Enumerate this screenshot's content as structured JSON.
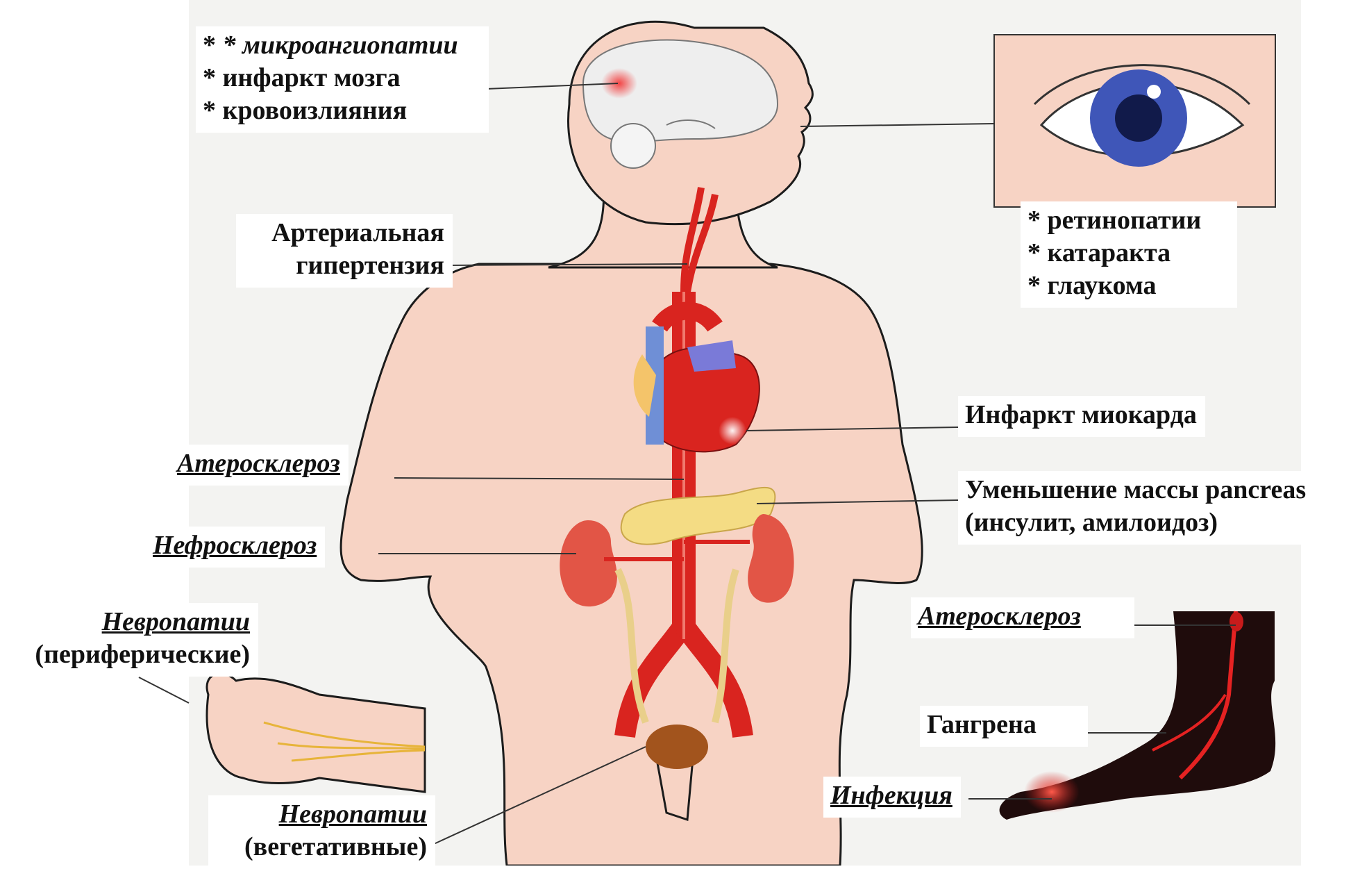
{
  "colors": {
    "skin": "#f7d3c4",
    "outline": "#1c1c1c",
    "artery": "#d9241f",
    "artery_light": "#f07a6e",
    "vein": "#7a7ad8",
    "kidney": "#e25546",
    "ureter": "#e9cf8a",
    "pancreas": "#f4dc84",
    "bladder": "#a2541d",
    "brain": "#eeeeee",
    "iris": "#3f56b8",
    "foot": "#1f0c0c",
    "lesion": "#f23d3d"
  },
  "labels": {
    "brain": [
      "* микроангиопатии",
      "* инфаркт мозга",
      "* кровоизлияния"
    ],
    "eye": [
      "* ретинопатии",
      "* катаракта",
      "* глаукома"
    ],
    "hypertension": [
      "Артериальная",
      "гипертензия"
    ],
    "mi": "Инфаркт миокарда",
    "pancreas": [
      "Уменьшение массы pancreas",
      "(инсулит, амилоидоз)"
    ],
    "atherosclerosis_body": "Атеросклероз",
    "nephrosclerosis": "Нефросклероз",
    "neuropathy_peripheral": [
      "Невропатии",
      "(периферические)"
    ],
    "neuropathy_autonomic": [
      "Невропатии",
      "(вегетативные)"
    ],
    "atherosclerosis_foot": "Атеросклероз",
    "gangrene": "Гангрена",
    "infection": "Инфекция"
  }
}
